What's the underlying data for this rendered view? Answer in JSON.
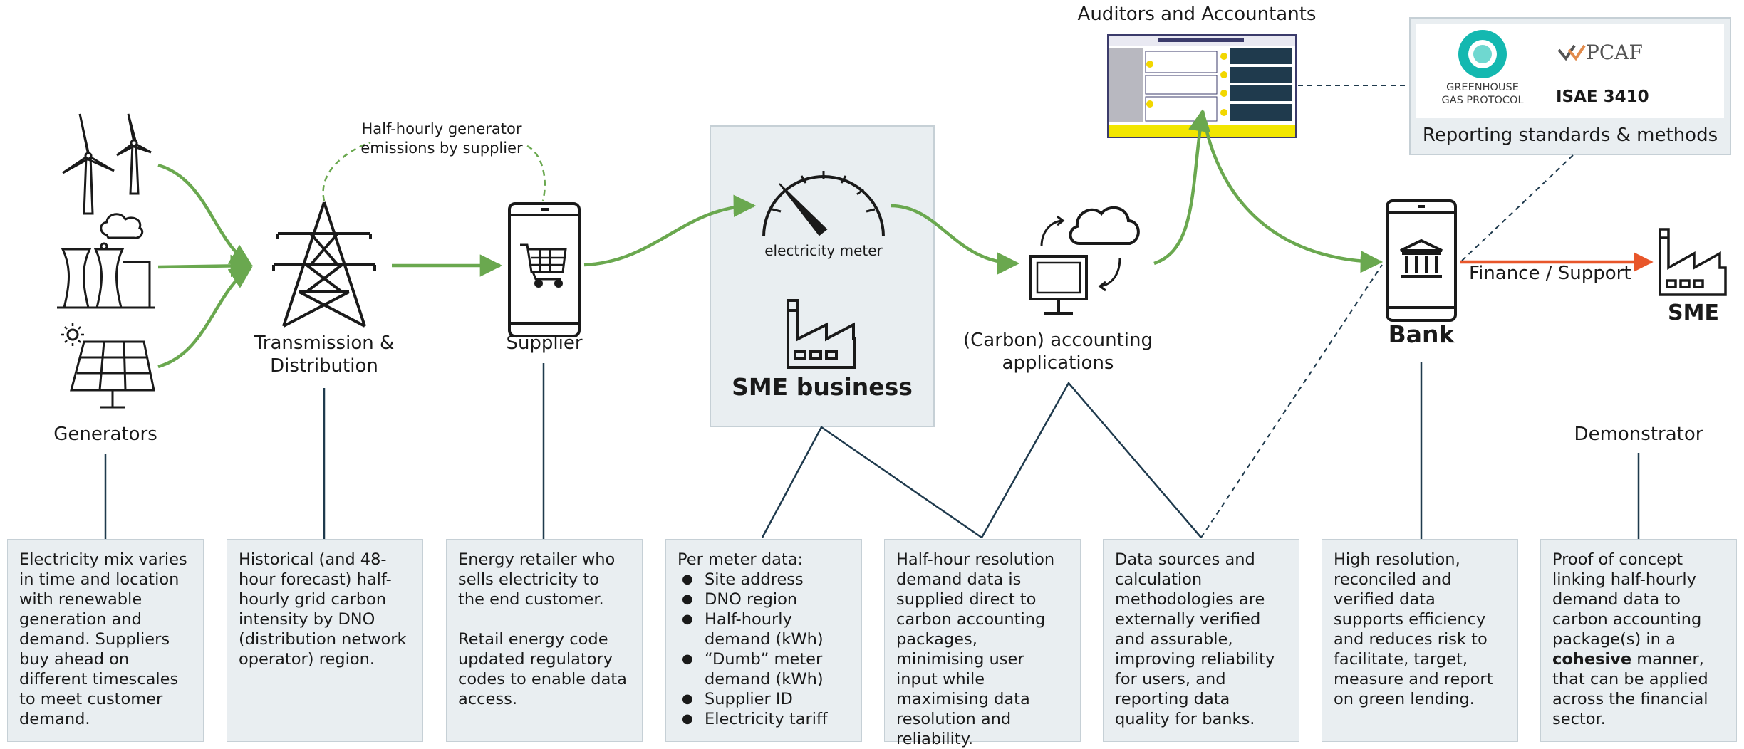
{
  "generators": {
    "label": "Generators"
  },
  "transmission": {
    "line1": "Transmission &",
    "line2": "Distribution"
  },
  "half_hourly_note": {
    "line1": "Half-hourly generator",
    "line2": "emissions by supplier"
  },
  "supplier": {
    "label": "Supplier"
  },
  "meter": {
    "label": "electricity meter"
  },
  "sme_business": {
    "label": "SME business"
  },
  "accounting": {
    "line1": "(Carbon) accounting",
    "line2": "applications"
  },
  "auditors": {
    "label": "Auditors and Accountants"
  },
  "standards": {
    "ghg_line1": "GREENHOUSE",
    "ghg_line2": "GAS PROTOCOL",
    "pcaf": "PCAF",
    "isae": "ISAE 3410",
    "caption": "Reporting standards & methods"
  },
  "bank": {
    "label": "Bank"
  },
  "finance": {
    "label": "Finance / Support"
  },
  "sme": {
    "label": "SME"
  },
  "demonstrator": {
    "label": "Demonstrator"
  },
  "colors": {
    "flow": "#6aa84f",
    "finance_arrow": "#e8562a",
    "connector": "#1f3a4d",
    "panel": "#e9eef1"
  },
  "icons": [
    "wind-turbine-icon",
    "power-plant-icon",
    "solar-panel-icon",
    "pylon-icon",
    "phone-cart-icon",
    "gauge-icon",
    "factory-icon",
    "computer-cloud-sync-icon",
    "phone-bank-icon",
    "globe-logo-icon"
  ],
  "boxes": {
    "generators": "Electricity mix varies in time and location with renewable generation and demand. Suppliers buy ahead on different timescales to meet customer demand.",
    "transmission": "Historical (and 48-hour forecast) half-hourly grid carbon intensity by DNO (distribution network operator) region.",
    "supplier_p1": "Energy retailer who sells electricity to the end customer.",
    "supplier_p2": "Retail energy code updated regulatory codes to enable data access.",
    "meter_title": "Per meter data:",
    "meter_items": [
      "Site address",
      "DNO region",
      "Half-hourly demand (kWh)",
      "“Dumb” meter demand (kWh)",
      "Supplier ID",
      "Electricity tariff"
    ],
    "half_hour": "Half-hour resolution demand data is supplied direct to carbon accounting packages, minimising user input while maximising data resolution and reliability.",
    "data_sources": "Data sources and calculation methodologies are externally verified and assurable, improving reliability for users, and reporting data quality for banks.",
    "high_res": "High resolution, reconciled and verified data supports efficiency and reduces risk to facilitate, target, measure and report on green lending.",
    "demo_pre": "Proof of concept linking half-hourly demand data to carbon accounting package(s) in a ",
    "demo_bold": "cohesive",
    "demo_post": " manner, that can be applied across the financial sector."
  }
}
